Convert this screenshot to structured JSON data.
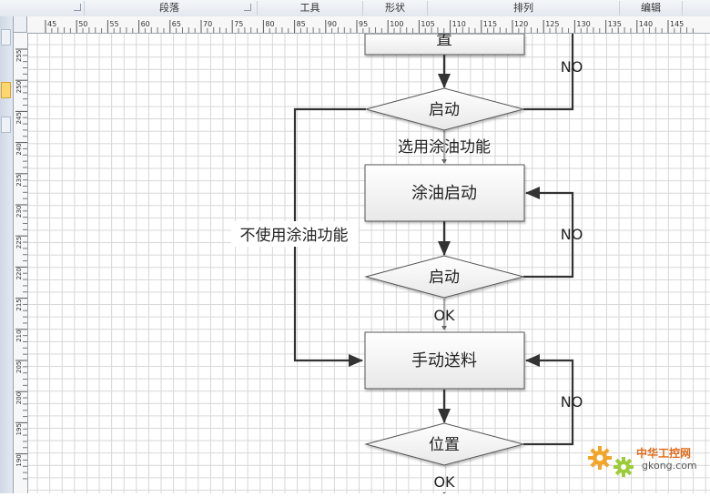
{
  "ribbon": {
    "groups": [
      {
        "id": "paragraph",
        "label": "段落"
      },
      {
        "id": "tools",
        "label": "工具"
      },
      {
        "id": "shape",
        "label": "形状"
      },
      {
        "id": "arrange",
        "label": "排列"
      },
      {
        "id": "edit",
        "label": "编辑"
      }
    ]
  },
  "ruler": {
    "horizontal_ticks": [
      "45",
      "50",
      "55",
      "60",
      "65",
      "70",
      "75",
      "80",
      "85",
      "90",
      "95",
      "100",
      "105",
      "110",
      "115",
      "120",
      "125",
      "130",
      "135",
      "140",
      "145"
    ],
    "vertical_ticks": [
      "255",
      "250",
      "245",
      "240",
      "235",
      "230",
      "225",
      "220",
      "215",
      "210",
      "205",
      "200",
      "195",
      "190"
    ]
  },
  "diagram": {
    "top_box_partial_label": "置",
    "decision1_label": "启动",
    "decision1_no_label": "NO",
    "branch_use_oil_label": "选用涂油功能",
    "branch_no_oil_label": "不使用涂油功能",
    "oil_start_box_label": "涂油启动",
    "decision2_label": "启动",
    "decision2_no_label": "NO",
    "decision2_ok_label": "OK",
    "manual_feed_box_label": "手动送料",
    "decision3_label": "位置",
    "decision3_no_label": "NO",
    "decision3_ok_label": "OK"
  },
  "watermark": {
    "brand_cn": "中华工控网",
    "domain": "gkong.com"
  }
}
